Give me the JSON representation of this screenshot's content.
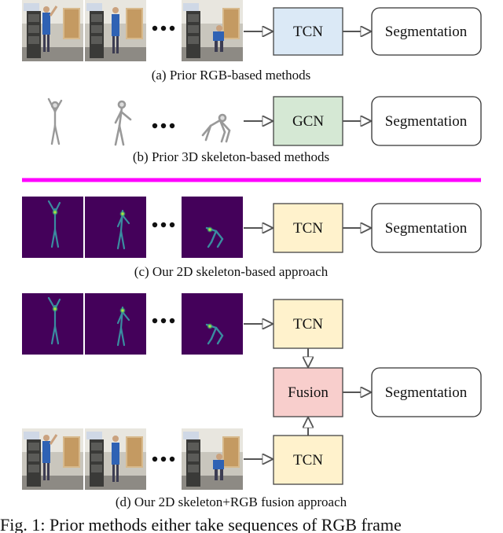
{
  "figure": {
    "blocks": {
      "tcn": "TCN",
      "gcn": "GCN",
      "fusion": "Fusion",
      "segmentation": "Segmentation"
    },
    "captions": {
      "a": "(a) Prior RGB-based methods",
      "b": "(b) Prior 3D skeleton-based methods",
      "c": "(c) Our 2D skeleton-based approach",
      "d": "(d) Our 2D skeleton+RGB fusion approach"
    },
    "figure_caption": "Fig. 1: Prior methods either take sequences of RGB frame",
    "colors": {
      "tcn_blue": "#dbe9f6",
      "gcn_green": "#d5e8d4",
      "tcn_yellow": "#fff2cc",
      "fusion_pink": "#f8cecc",
      "divider_magenta": "#ff00ff",
      "heatmap_purple": "#44015a"
    },
    "icons": {
      "frame_rgb": "rgb-frame-image",
      "frame_heatmap": "skeleton-heatmap-image",
      "skeleton_3d": "3d-skeleton-figure",
      "arrow": "arrow-right-icon",
      "ellipsis": "ellipsis-dots"
    }
  }
}
